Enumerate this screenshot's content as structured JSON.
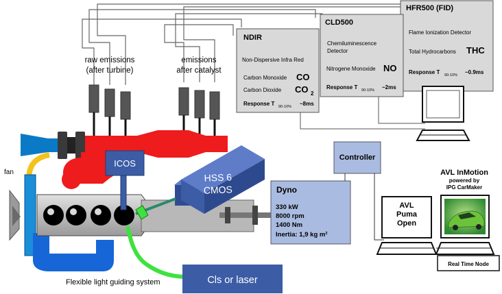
{
  "labels": {
    "raw_emissions_1": "raw emissions",
    "raw_emissions_2": "(after turbine)",
    "emissions_after_1": "emissions",
    "emissions_after_2": "after catalyst",
    "fan": "fan",
    "icos": "ICOS",
    "camera_1": "HSS 6",
    "camera_2": "CMOS",
    "flexible_guide": "Flexible light guiding system",
    "cls_laser": "Cls or laser",
    "controller": "Controller"
  },
  "analyzers": {
    "ndir": {
      "title": "NDIR",
      "subtitle": "Non-Dispersive Infra Red",
      "line1_text": "Carbon Monoxide",
      "line1_formula": "CO",
      "line2_text": "Carbon Dioxide",
      "line2_formula": "CO",
      "line2_sub": "2",
      "response_label": "Response T",
      "response_sub": "90-10%",
      "response_value": "~8ms"
    },
    "cld500": {
      "title": "CLD500",
      "subtitle_1": "Chemiluminescence",
      "subtitle_2": "Detector",
      "line1_text": "Nitrogene Monoxide",
      "line1_formula": "NO",
      "response_label": "Response T",
      "response_sub": "90-10%",
      "response_value": "~2ms"
    },
    "hfr500": {
      "title": "HFR500 (FID)",
      "subtitle": "Flame Ionization Detector",
      "line1_text": "Total Hydrocarbons",
      "line1_formula": "THC",
      "response_label": "Response T",
      "response_sub": "90-10%",
      "response_value": "~0.9ms"
    }
  },
  "dyno": {
    "title": "Dyno",
    "power": "330 kW",
    "speed": "8000 rpm",
    "torque": "1400 Nm",
    "inertia": "Inertia:  1,9 kg m²"
  },
  "avl_puma": {
    "line1": "AVL",
    "line2": "Puma",
    "line3": "Open"
  },
  "avl_inmotion": {
    "title": "AVL InMotion",
    "powered_1": "powered by",
    "powered_2": "IPG CarMaker",
    "node": "Real Time Node"
  },
  "colors": {
    "exhaust_red": "#ee1c1c",
    "intake_blue": "#0a7ac6",
    "coolant_blue": "#1666d8",
    "hose_yellow": "#f5c21b",
    "light_green": "#3ee23e",
    "box_navy": "#3c5ca6",
    "dyno_fill": "#a9bbe0",
    "analyzer_fill": "#d9d9d9"
  }
}
